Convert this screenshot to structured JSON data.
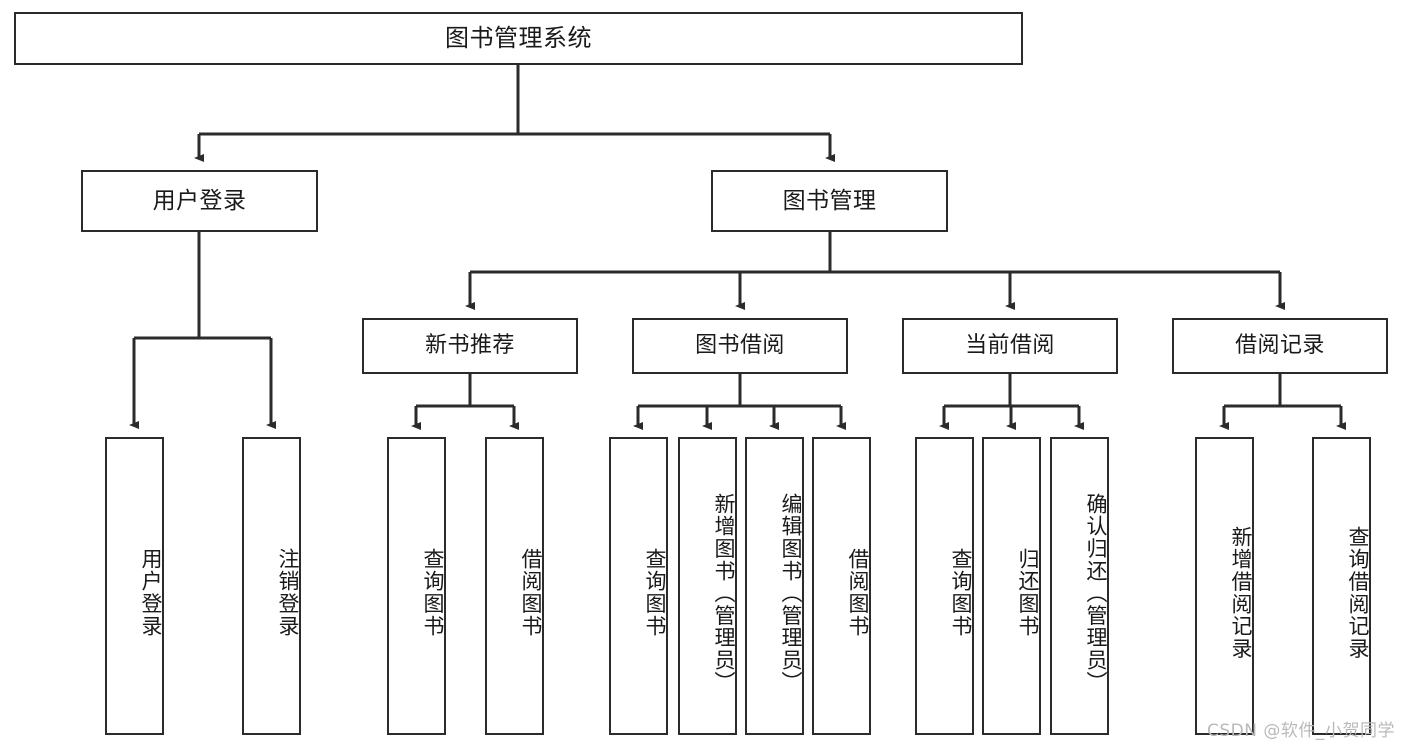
{
  "diagram": {
    "title": "图书管理系统",
    "type": "tree",
    "root": {
      "id": "root",
      "label": "图书管理系统",
      "orientation": "horizontal"
    },
    "level2": [
      {
        "id": "login",
        "label": "用户登录",
        "orientation": "horizontal"
      },
      {
        "id": "books",
        "label": "图书管理",
        "orientation": "horizontal"
      }
    ],
    "level3": [
      {
        "id": "rec",
        "label": "新书推荐",
        "parent": "books",
        "orientation": "horizontal"
      },
      {
        "id": "borrow",
        "label": "图书借阅",
        "parent": "books",
        "orientation": "horizontal"
      },
      {
        "id": "cur",
        "label": "当前借阅",
        "parent": "books",
        "orientation": "horizontal"
      },
      {
        "id": "hist",
        "label": "借阅记录",
        "parent": "books",
        "orientation": "horizontal"
      }
    ],
    "leaves": [
      {
        "id": "l1",
        "label": "用户登录",
        "parent": "login",
        "orientation": "vertical"
      },
      {
        "id": "l2",
        "label": "注销登录",
        "parent": "login",
        "orientation": "vertical"
      },
      {
        "id": "r1",
        "label": "查询图书",
        "parent": "rec",
        "orientation": "vertical"
      },
      {
        "id": "r2",
        "label": "借阅图书",
        "parent": "rec",
        "orientation": "vertical"
      },
      {
        "id": "b1",
        "label": "查询图书",
        "parent": "borrow",
        "orientation": "vertical"
      },
      {
        "id": "b2",
        "label": "新增图书（管理员）",
        "parent": "borrow",
        "orientation": "vertical"
      },
      {
        "id": "b3",
        "label": "编辑图书（管理员）",
        "parent": "borrow",
        "orientation": "vertical"
      },
      {
        "id": "b4",
        "label": "借阅图书",
        "parent": "borrow",
        "orientation": "vertical"
      },
      {
        "id": "c1",
        "label": "查询图书",
        "parent": "cur",
        "orientation": "vertical"
      },
      {
        "id": "c2",
        "label": "归还图书",
        "parent": "cur",
        "orientation": "vertical"
      },
      {
        "id": "c3",
        "label": "确认归还（管理员）",
        "parent": "cur",
        "orientation": "vertical"
      },
      {
        "id": "h1",
        "label": "新增借阅记录",
        "parent": "hist",
        "orientation": "vertical"
      },
      {
        "id": "h2",
        "label": "查询借阅记录",
        "parent": "hist",
        "orientation": "vertical"
      }
    ],
    "colors": {
      "stroke": "#2b2b2b",
      "fill": "#ffffff",
      "text": "#1a1a1a",
      "watermark": "#b9b9b9"
    }
  },
  "watermark": {
    "text": "CSDN @软件_小贺同学"
  }
}
